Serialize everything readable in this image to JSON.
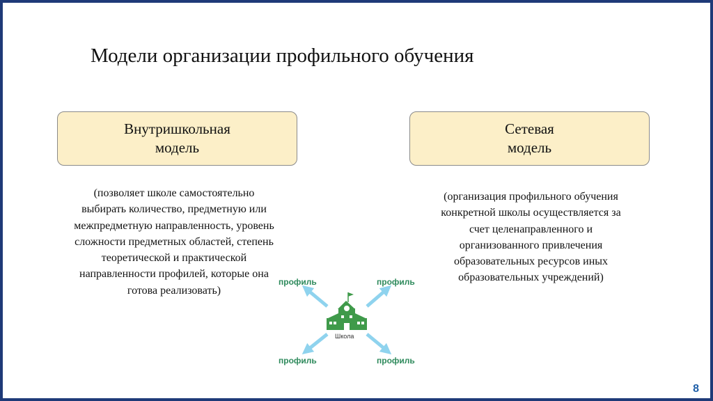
{
  "slide": {
    "title": "Модели организации профильного обучения",
    "page_number": "8"
  },
  "models": [
    {
      "title_lines": [
        "Внутришкольная",
        "модель"
      ],
      "description_lines": [
        "(позволяет школе самостоятельно",
        "выбирать количество, предметную или",
        "межпредметную направленность,  уровень",
        "сложности предметных  областей, степень",
        "теоретической и  практической",
        "направленности  профилей, которые она",
        "готова  реализовать)"
      ]
    },
    {
      "title_lines": [
        "Сетевая",
        "модель"
      ],
      "description_lines": [
        "(организация профильного обучения",
        "конкретной школы осуществляется за",
        "счет целенаправленного и",
        "организованного привлечения",
        "образовательных ресурсов иных",
        "образовательных учреждений)"
      ]
    }
  ],
  "diagram": {
    "center_label": "Школа",
    "profile_labels": [
      "профиль",
      "профиль",
      "профиль",
      "профиль"
    ],
    "icon": "school-building-icon",
    "colors": {
      "building": "#3f9a4a",
      "arrows": "#8fd3ee",
      "labels": "#2e8a5c"
    }
  },
  "colors": {
    "frame": "#1f3a78",
    "box_fill": "#fcefc8",
    "page_number": "#1f5fa8"
  }
}
